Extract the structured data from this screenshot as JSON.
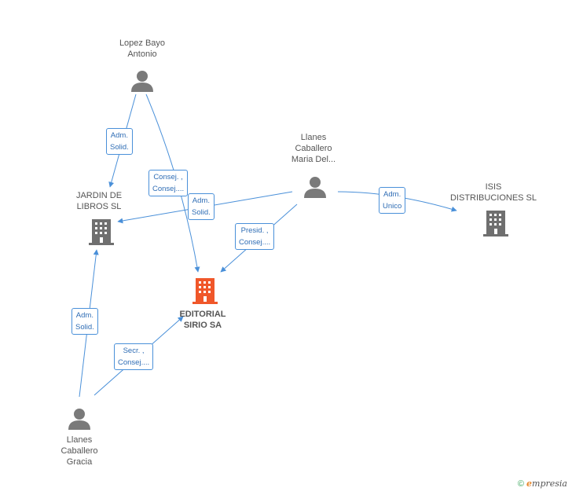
{
  "nodes": {
    "lopez": {
      "name_line1": "Lopez Bayo",
      "name_line2": "Antonio"
    },
    "llanes_maria": {
      "name_line1": "Llanes",
      "name_line2": "Caballero",
      "name_line3": "Maria Del..."
    },
    "jardin": {
      "name_line1": "JARDIN DE",
      "name_line2": "LIBROS SL"
    },
    "isis": {
      "name_line1": "ISIS",
      "name_line2": "DISTRIBUCIONES SL"
    },
    "editorial": {
      "name_line1": "EDITORIAL",
      "name_line2": "SIRIO SA"
    },
    "llanes_gracia": {
      "name_line1": "Llanes",
      "name_line2": "Caballero",
      "name_line3": "Gracia"
    }
  },
  "edges": {
    "lopez_jardin": {
      "line1": "Adm.",
      "line2": "Solid."
    },
    "lopez_editorial": {
      "line1": "Consej. ,",
      "line2": "Consej...."
    },
    "maria_jardin": {
      "line1": "Adm.",
      "line2": "Solid."
    },
    "maria_isis": {
      "line1": "Adm.",
      "line2": "Unico"
    },
    "maria_editorial": {
      "line1": "Presid. ,",
      "line2": "Consej...."
    },
    "gracia_jardin": {
      "line1": "Adm.",
      "line2": "Solid."
    },
    "gracia_editorial": {
      "line1": "Secr. ,",
      "line2": "Consej...."
    }
  },
  "footer": {
    "copyright": "©",
    "brand_e": "e",
    "brand_rest": "mpresia"
  },
  "colors": {
    "edge": "#4a90d9",
    "person": "#7a7a7a",
    "company": "#6f6f6f",
    "focus_company": "#f0572a"
  }
}
